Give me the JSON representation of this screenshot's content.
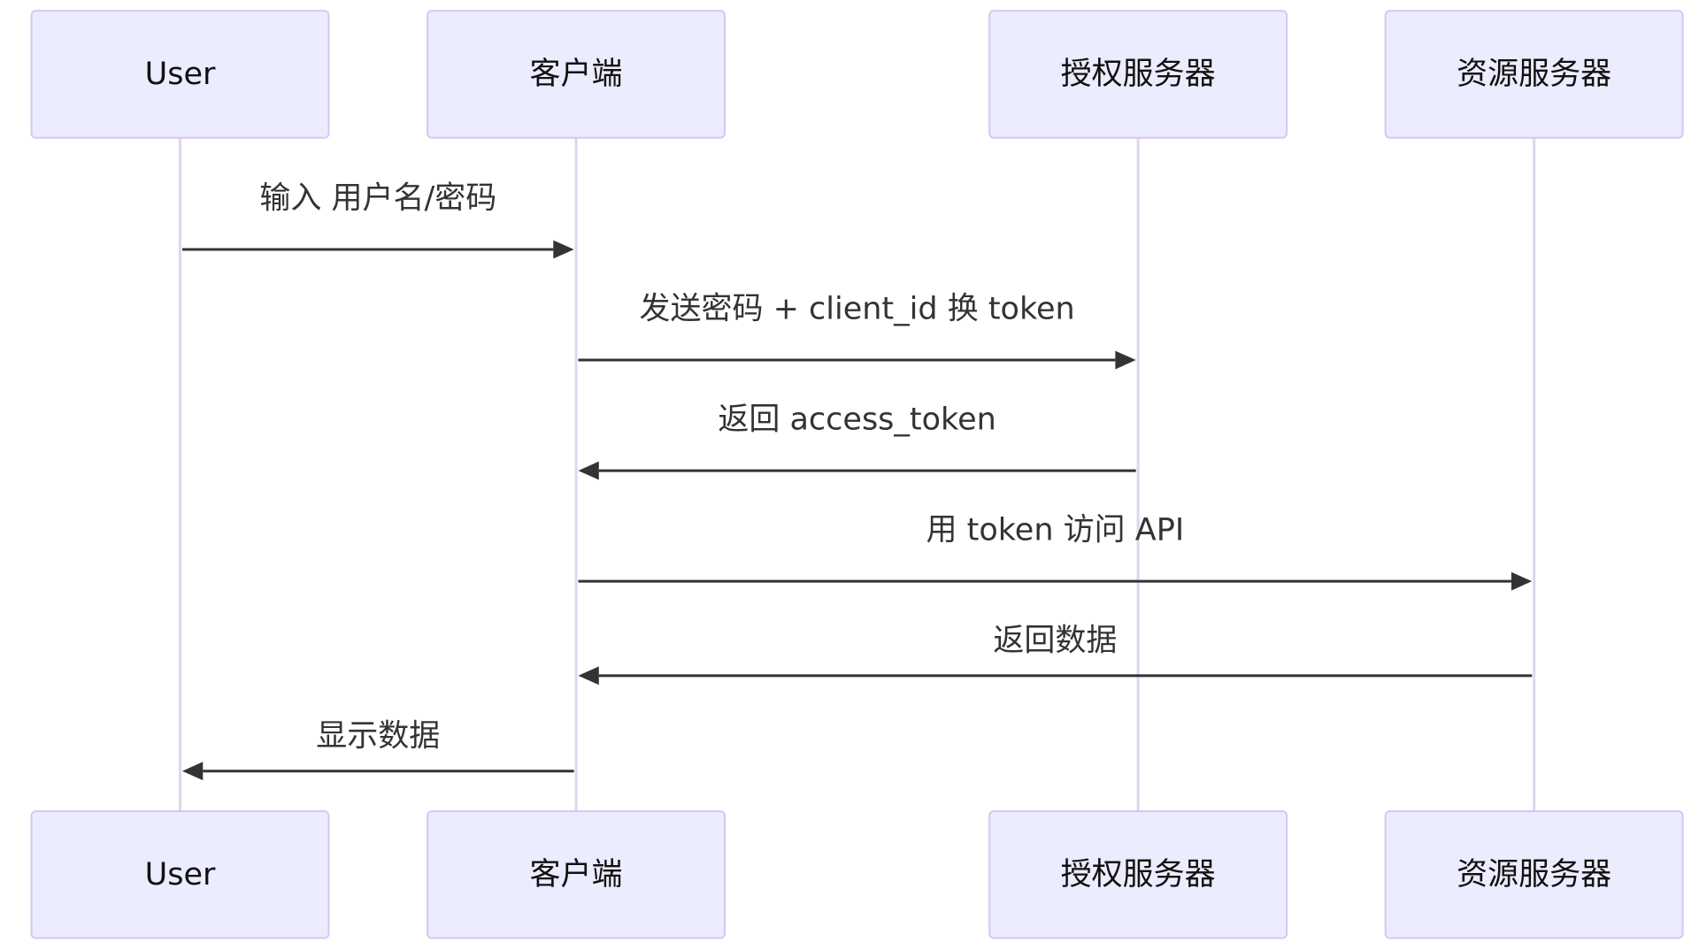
{
  "participants": [
    {
      "id": "user",
      "label": "User"
    },
    {
      "id": "client",
      "label": "客户端"
    },
    {
      "id": "auth",
      "label": "授权服务器"
    },
    {
      "id": "resource",
      "label": "资源服务器"
    }
  ],
  "messages": [
    {
      "from": "user",
      "to": "client",
      "label": "输入 用户名/密码"
    },
    {
      "from": "client",
      "to": "auth",
      "label": "发送密码 + client_id 换 token"
    },
    {
      "from": "auth",
      "to": "client",
      "label": "返回 access_token"
    },
    {
      "from": "client",
      "to": "resource",
      "label": "用 token 访问 API"
    },
    {
      "from": "resource",
      "to": "client",
      "label": "返回数据"
    },
    {
      "from": "client",
      "to": "user",
      "label": "显示数据"
    }
  ],
  "colors": {
    "actor_fill": "#ececff",
    "actor_border": "#d4c8f2",
    "lifeline": "#ddd6ee",
    "arrow": "#333333",
    "text": "#333333"
  }
}
